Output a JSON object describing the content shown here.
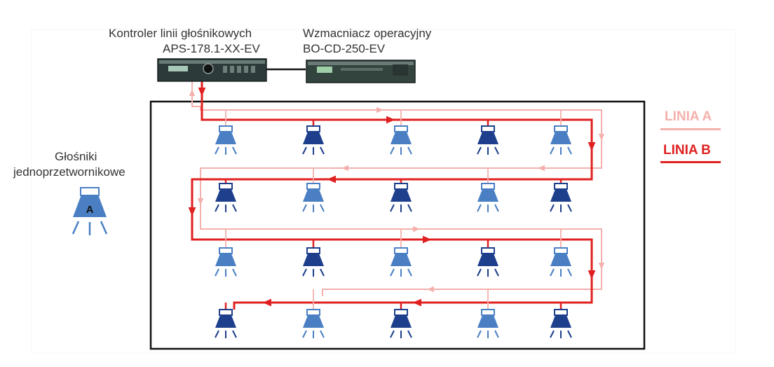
{
  "devices": {
    "controller": {
      "line1": "Kontroler linii głośnikowych",
      "line2": "APS-178.1-XX-EV"
    },
    "amplifier": {
      "line1": "Wzmacniacz operacyjny",
      "line2": "BO-CD-250-EV"
    }
  },
  "speaker_legend": {
    "line1": "Głośniki",
    "line2": "jednoprzetwornikowe",
    "icon_letter": "A"
  },
  "lines": {
    "a": {
      "label": "LINIA A",
      "color": "#f4b0ac"
    },
    "b": {
      "label": "LINIA B",
      "color": "#e02020"
    }
  },
  "colors": {
    "speaker_light": "#4a7fc4",
    "speaker_dark": "#1e3f8c",
    "frame": "#111111"
  },
  "grid": {
    "rows": 4,
    "cols": 5,
    "speaker_shades": [
      [
        "light",
        "dark",
        "light",
        "dark",
        "light"
      ],
      [
        "dark",
        "light",
        "dark",
        "light",
        "dark"
      ],
      [
        "light",
        "dark",
        "light",
        "dark",
        "light"
      ],
      [
        "dark",
        "light",
        "dark",
        "light",
        "dark"
      ]
    ]
  }
}
